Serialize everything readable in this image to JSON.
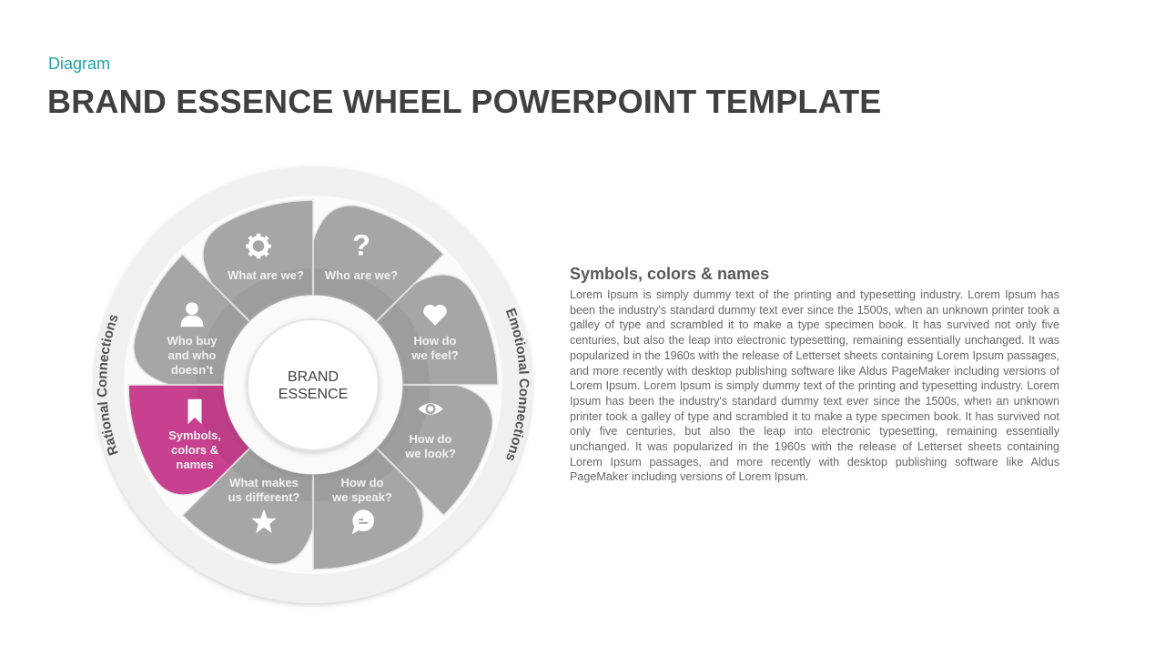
{
  "header": {
    "kicker": "Diagram",
    "title": "BRAND ESSENCE WHEEL POWERPOINT TEMPLATE"
  },
  "wheel": {
    "center": {
      "line1": "BRAND",
      "line2": "ESSENCE"
    },
    "left_arc": "Rational Connections",
    "right_arc": "Emotional Connections",
    "highlight_color": "#c8418f",
    "segment_color": "#a6a6a6",
    "segments": [
      {
        "label": "Who are we?",
        "icon": "question-icon"
      },
      {
        "label": "How do we feel?",
        "icon": "heart-icon"
      },
      {
        "label": "How do we look?",
        "icon": "eye-icon"
      },
      {
        "label": "How do we speak?",
        "icon": "speech-bubble-icon"
      },
      {
        "label": "What makes us different?",
        "icon": "star-icon"
      },
      {
        "label": "Symbols, colors & names",
        "icon": "bookmark-icon",
        "highlighted": true
      },
      {
        "label": "Who buy and who doesn’t",
        "icon": "user-icon"
      },
      {
        "label": "What are we?",
        "icon": "gear-icon"
      }
    ]
  },
  "description": {
    "title": "Symbols, colors & names",
    "body": "Lorem Ipsum is simply dummy text of the printing and typesetting industry. Lorem Ipsum has been the industry's standard dummy text ever since the 1500s, when an unknown printer took a galley of type and scrambled it to make a type specimen book. It has survived not only five centuries, but also the leap into electronic typesetting, remaining essentially unchanged. It was popularized in the 1960s with the release of Letterset sheets containing Lorem Ipsum passages, and more recently with desktop publishing software like Aldus PageMaker including versions of Lorem Ipsum. Lorem Ipsum is simply dummy text of the printing and typesetting industry. Lorem Ipsum has been the industry's standard dummy text ever since the 1500s, when an unknown printer took a galley of type and scrambled it to make a type specimen book. It has survived not only five centuries, but also the leap into electronic typesetting, remaining essentially unchanged. It was popularized in the 1960s with the release of Letterset sheets containing Lorem Ipsum passages, and more recently with desktop publishing software like Aldus PageMaker including versions of Lorem Ipsum."
  }
}
